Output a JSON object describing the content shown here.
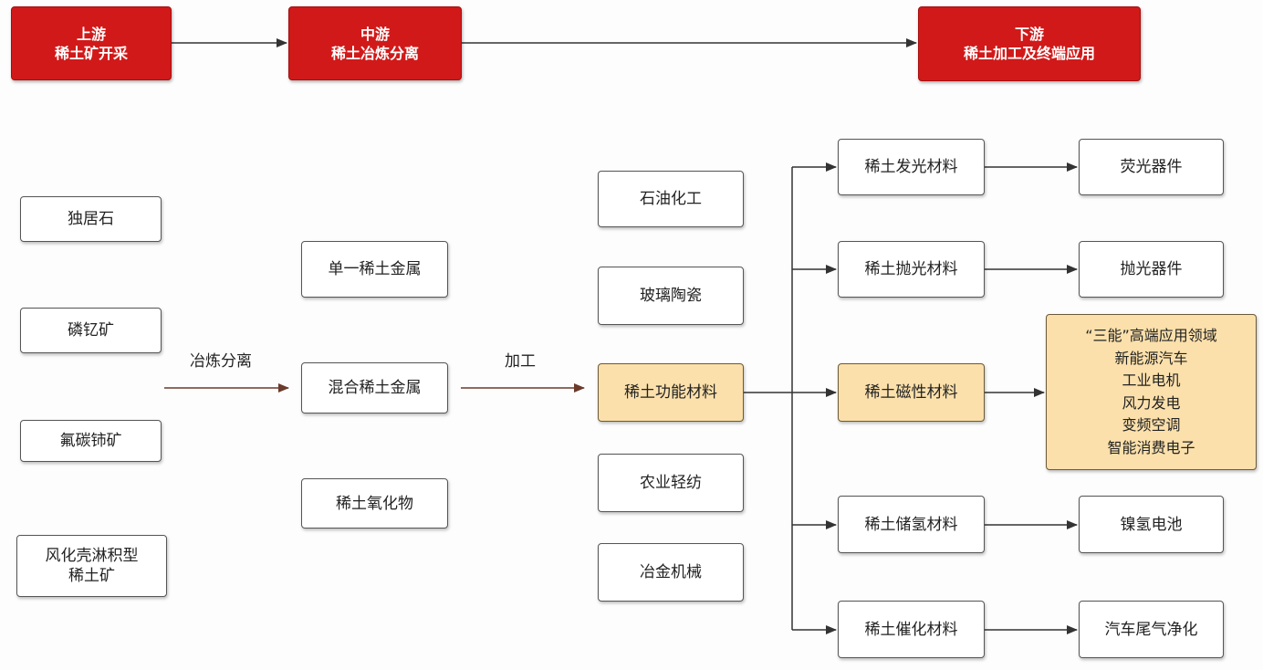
{
  "headers": {
    "upstream": {
      "line1": "上游",
      "line2": "稀土矿开采"
    },
    "midstream": {
      "line1": "中游",
      "line2": "稀土冶炼分离"
    },
    "downstream": {
      "line1": "下游",
      "line2": "稀土加工及终端应用"
    }
  },
  "ores": [
    "独居石",
    "磷钇矿",
    "氟碳铈矿",
    [
      "风化壳淋积型",
      "稀土矿"
    ]
  ],
  "smelt_label": "冶炼分离",
  "products": [
    "单一稀土金属",
    "混合稀土金属",
    "稀土氧化物"
  ],
  "process_label": "加工",
  "applications": {
    "petro": "石油化工",
    "glass": "玻璃陶瓷",
    "functional": "稀土功能材料",
    "agri": "农业轻纺",
    "metal": "冶金机械"
  },
  "materials": [
    "稀土发光材料",
    "稀土抛光材料",
    "稀土磁性材料",
    "稀土储氢材料",
    "稀土催化材料"
  ],
  "end_uses": {
    "fluorescent": "荧光器件",
    "polishing": "抛光器件",
    "magnetic": [
      "“三能”高端应用领域",
      "新能源汽车",
      "工业电机",
      "风力发电",
      "变频空调",
      "智能消费电子"
    ],
    "battery": "镍氢电池",
    "exhaust": "汽车尾气净化"
  },
  "colors": {
    "header": "#d11919",
    "highlight": "#fbe0ab",
    "arrow": "#333333",
    "process_arrow": "#6b3a2a"
  }
}
